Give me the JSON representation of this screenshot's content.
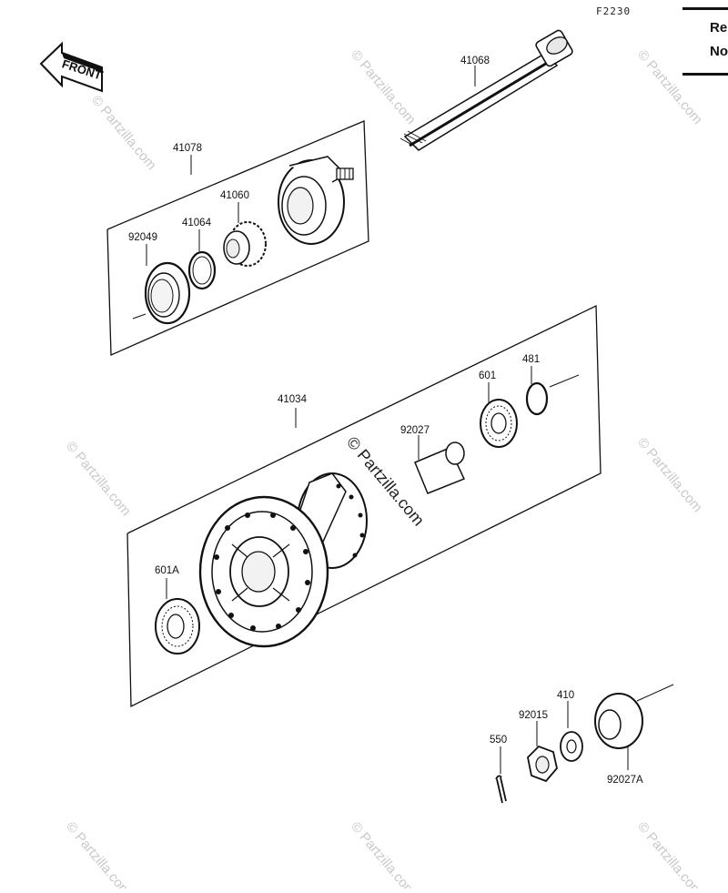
{
  "diagram": {
    "code": "F2230",
    "note": {
      "line1": "Re",
      "line2": "No"
    },
    "front_label": "FRONT",
    "watermark": "© Partzilla.com",
    "watermark_small": "© Partzilla.com",
    "labels": {
      "p41068": "41068",
      "p41078": "41078",
      "p41060": "41060",
      "p41064": "41064",
      "p92049": "92049",
      "p41034": "41034",
      "p92027": "92027",
      "p601": "601",
      "p481": "481",
      "p601A": "601A",
      "p410": "410",
      "p92015": "92015",
      "p550": "550",
      "p92027A": "92027A"
    }
  }
}
